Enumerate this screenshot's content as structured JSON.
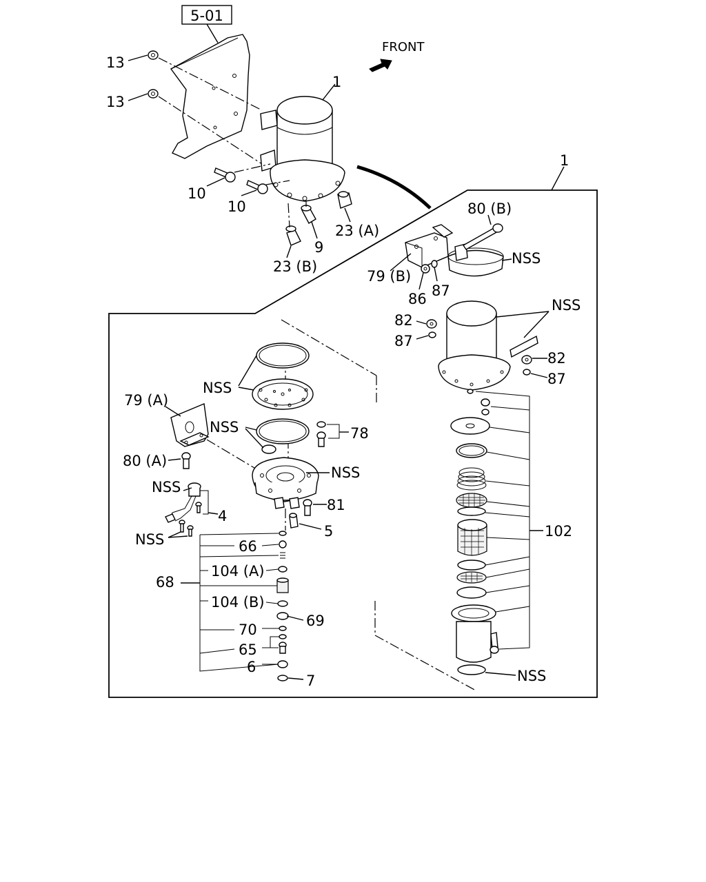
{
  "reference_box": "5-01",
  "front_label": "FRONT",
  "labels": {
    "l13a": "13",
    "l13b": "13",
    "l1a": "1",
    "l1b": "1",
    "l10a": "10",
    "l10b": "10",
    "l9": "9",
    "l23a": "23 (A)",
    "l23b": "23 (B)",
    "l80b": "80 (B)",
    "nss1": "NSS",
    "l79b": "79 (B)",
    "l86": "86",
    "l87a": "87",
    "nss2": "NSS",
    "l82a": "82",
    "l87b": "87",
    "l82b": "82",
    "l87c": "87",
    "nss3": "NSS",
    "l79a": "79 (A)",
    "nss4": "NSS",
    "l78": "78",
    "l80a": "80 (A)",
    "nss5": "NSS",
    "nss6": "NSS",
    "l4": "4",
    "l81": "81",
    "nss7": "NSS",
    "l5": "5",
    "l66": "66",
    "l104a": "104 (A)",
    "l68": "68",
    "l104b": "104 (B)",
    "l69": "69",
    "l70": "70",
    "l65": "65",
    "l6": "6",
    "l7": "7",
    "l102": "102",
    "nss8": "NSS"
  }
}
